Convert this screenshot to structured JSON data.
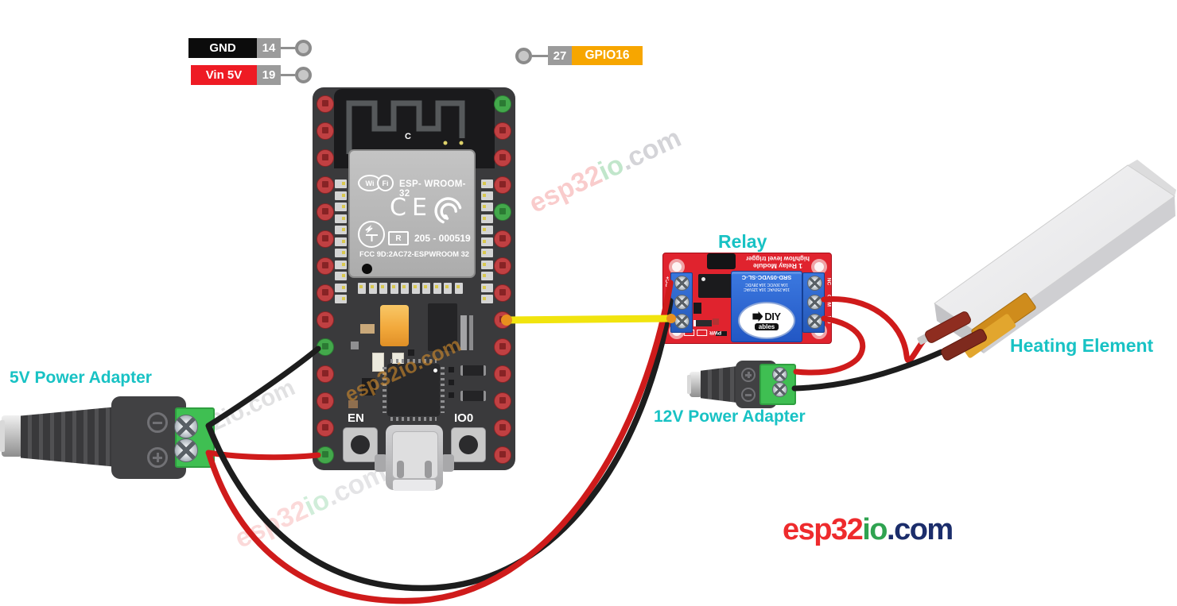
{
  "labels": {
    "adapter_5v": "5V Power Adapter",
    "adapter_12v": "12V Power Adapter",
    "relay": "Relay",
    "heating_element": "Heating Element"
  },
  "callouts": {
    "gnd_label": "GND",
    "gnd_pin": "14",
    "vin_label": "Vin 5V",
    "vin_pin": "19",
    "gpio_pin": "27",
    "gpio_label": "GPIO16"
  },
  "esp32": {
    "antenna_label": "C",
    "wifi_wi": "Wi",
    "wifi_fi": "Fi",
    "module_name": "ESP- WROOM-32",
    "ce_mark": "CE",
    "r_mark": "R",
    "cert_number": "205 - 000519",
    "fcc_line": "FCC 9D:2AC72-ESPWROOM 32",
    "en_label": "EN",
    "io0_label": "IO0"
  },
  "relay": {
    "header_module": "1 Relay Module",
    "header_trigger": "high/low level trigger",
    "model": "SRD-05VDC-SL-C",
    "rating_dc": "10A 30VDC 10A 28VDC",
    "rating_ac": "10A 250VAC 10A 125VAC",
    "brand_top": "DIY",
    "brand_bottom": "ables",
    "pwr_label": "PWR",
    "terminals_left": [
      "DC+",
      "DC-",
      "IN"
    ],
    "terminals_right": [
      "NC",
      "COM",
      "NO"
    ]
  },
  "watermark": {
    "p1": "esp32",
    "p2": "io",
    "p3": ".com"
  },
  "logo": {
    "p1": "esp32",
    "p2": "io",
    "p3": ".com"
  },
  "colors": {
    "label_cyan": "#18c2c4",
    "wire_red": "#cf1b1b",
    "wire_black": "#1d1d1d",
    "wire_yellow": "#f1e40e",
    "gpio_badge_orange": "#f7a600",
    "callout_gray": "#9b9b9b",
    "gnd_black": "#0c0c0c",
    "vin_red": "#ee1b24",
    "pin_red": "#c04042",
    "pin_red_dark": "#872325",
    "pin_green": "#43a84b",
    "pin_green_dark": "#2b7a33",
    "relay_red": "#e0232e",
    "relay_blue": "#2e6ad3",
    "logo_red": "#ee2b2d",
    "logo_green": "#2fa350",
    "logo_navy": "#1b2d6b"
  }
}
